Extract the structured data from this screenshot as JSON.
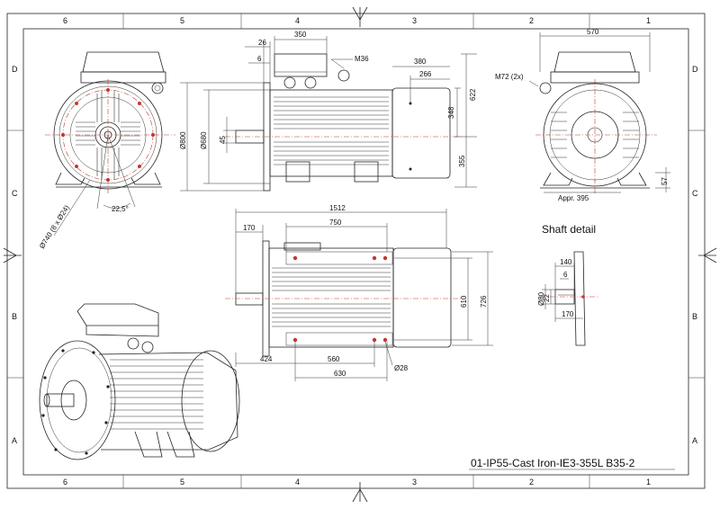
{
  "sheet": {
    "zones_top": [
      "6",
      "5",
      "4",
      "3",
      "2",
      "1"
    ],
    "zones_bottom": [
      "6",
      "5",
      "4",
      "3",
      "2",
      "1"
    ],
    "zones_left": [
      "D",
      "C",
      "B",
      "A"
    ],
    "zones_right": [
      "D",
      "C",
      "B",
      "A"
    ],
    "title": "01-IP55-Cast Iron-IE3-355L B35-2"
  },
  "front_view": {
    "dim_pcd": "Ø740 (8 x Ø24)",
    "dim_angle": "22,5°"
  },
  "side_view": {
    "dim_26": "26",
    "dim_350": "350",
    "dim_6": "6",
    "dim_m36": "M36",
    "dim_380": "380",
    "dim_266": "266",
    "dim_622": "622",
    "dim_348": "348",
    "dim_355": "355",
    "dim_800": "Ø800",
    "dim_680": "Ø680",
    "dim_45": "45"
  },
  "rear_view": {
    "dim_570": "570",
    "dim_m72": "M72 (2x)",
    "dim_appr": "Appr. 395",
    "dim_57": "57"
  },
  "top_view": {
    "dim_1512": "1512",
    "dim_170": "170",
    "dim_750": "750",
    "dim_610": "610",
    "dim_726": "726",
    "dim_424": "424",
    "dim_560": "560",
    "dim_630": "630",
    "dim_28": "Ø28"
  },
  "shaft_detail": {
    "title": "Shaft detail",
    "dim_140": "140",
    "dim_6": "6",
    "dim_80": "Ø80",
    "dim_22": "22",
    "dim_170": "170"
  }
}
